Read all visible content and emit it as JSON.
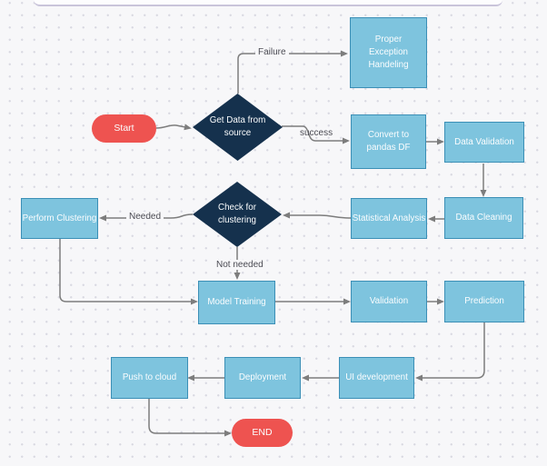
{
  "canvas": {
    "background": "#f7f7f9",
    "dot_color": "#d9d9e1"
  },
  "colors": {
    "process_fill": "#7ec4de",
    "process_border": "#3b8fb6",
    "decision_fill": "#15314d",
    "terminator_fill": "#ee5350",
    "connector": "#7d7d7d",
    "edge_label_text": "#4b4b53",
    "node_text": "#fbfdfe",
    "toolbar_edge": "#c9c4da"
  },
  "diagram": {
    "nodes": [
      {
        "id": "start",
        "type": "terminator",
        "label": "Start"
      },
      {
        "id": "get-data-from-source",
        "type": "decision",
        "label": "Get Data from source"
      },
      {
        "id": "proper-exception-handeling",
        "type": "process",
        "label": "Proper Exception Handeling"
      },
      {
        "id": "convert-to-pandas-df",
        "type": "process",
        "label": "Convert to pandas DF"
      },
      {
        "id": "data-validation",
        "type": "process",
        "label": "Data Validation"
      },
      {
        "id": "data-cleaning",
        "type": "process",
        "label": "Data Cleaning"
      },
      {
        "id": "statistical-analysis",
        "type": "process",
        "label": "Statistical Analysis"
      },
      {
        "id": "check-for-clustering",
        "type": "decision",
        "label": "Check for clustering"
      },
      {
        "id": "perform-clustering",
        "type": "process",
        "label": "Perform Clustering"
      },
      {
        "id": "model-training",
        "type": "process",
        "label": "Model Training"
      },
      {
        "id": "validation",
        "type": "process",
        "label": "Validation"
      },
      {
        "id": "prediction",
        "type": "process",
        "label": "Prediction"
      },
      {
        "id": "ui-development",
        "type": "process",
        "label": "UI development"
      },
      {
        "id": "deployment",
        "type": "process",
        "label": "Deployment"
      },
      {
        "id": "push-to-cloud",
        "type": "process",
        "label": "Push to cloud"
      },
      {
        "id": "end",
        "type": "terminator",
        "label": "END"
      }
    ],
    "edges": [
      {
        "from": "start",
        "to": "get-data-from-source"
      },
      {
        "from": "get-data-from-source",
        "to": "proper-exception-handeling",
        "label": "Failure"
      },
      {
        "from": "get-data-from-source",
        "to": "convert-to-pandas-df",
        "label": "success"
      },
      {
        "from": "convert-to-pandas-df",
        "to": "data-validation"
      },
      {
        "from": "data-validation",
        "to": "data-cleaning"
      },
      {
        "from": "data-cleaning",
        "to": "statistical-analysis"
      },
      {
        "from": "statistical-analysis",
        "to": "check-for-clustering"
      },
      {
        "from": "check-for-clustering",
        "to": "perform-clustering",
        "label": "Needed"
      },
      {
        "from": "check-for-clustering",
        "to": "model-training",
        "label": "Not needed"
      },
      {
        "from": "perform-clustering",
        "to": "model-training"
      },
      {
        "from": "model-training",
        "to": "validation"
      },
      {
        "from": "validation",
        "to": "prediction"
      },
      {
        "from": "prediction",
        "to": "ui-development"
      },
      {
        "from": "ui-development",
        "to": "deployment"
      },
      {
        "from": "deployment",
        "to": "push-to-cloud"
      },
      {
        "from": "push-to-cloud",
        "to": "end"
      }
    ]
  }
}
